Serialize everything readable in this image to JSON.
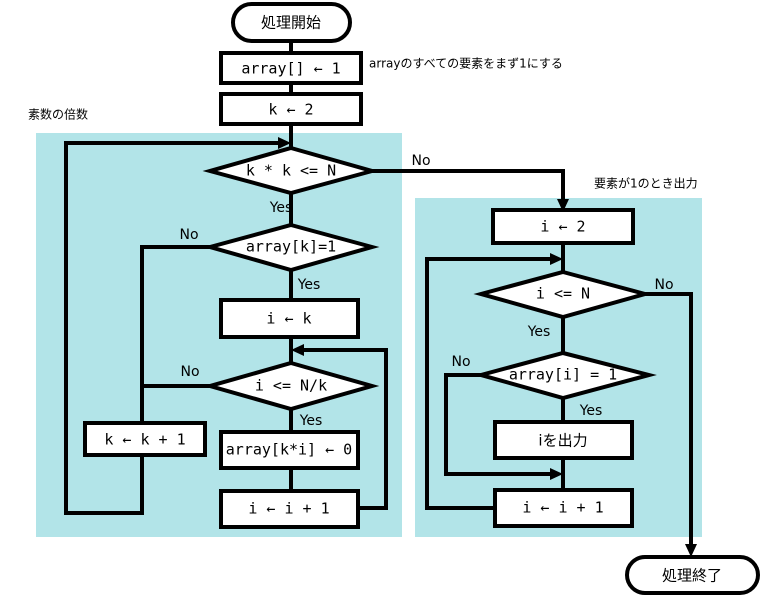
{
  "diagram": {
    "title_note_top": "arrayのすべての要素をまず1にする",
    "note_left_region": "素数の倍数",
    "note_right_region": "要素が1のとき出力",
    "colors": {
      "region_background": "#b2e4e8",
      "shape_fill": "#ffffff",
      "line": "#000000",
      "page_background": "#ffffff"
    }
  },
  "nodes": {
    "start": {
      "label": "処理開始",
      "type": "terminal"
    },
    "init_array": {
      "label": "array[] ← 1",
      "type": "process"
    },
    "init_k": {
      "label": "k ← 2",
      "type": "process"
    },
    "cond_kk_le_n": {
      "label": "k * k <= N",
      "type": "decision"
    },
    "cond_array_k_eq_1": {
      "label": "array[k]=1",
      "type": "decision"
    },
    "set_i_k": {
      "label": "i ← k",
      "type": "process"
    },
    "cond_i_le_n_div_k": {
      "label": "i <= N/k",
      "type": "decision"
    },
    "set_array_ki_0": {
      "label": "array[k*i] ← 0",
      "type": "process"
    },
    "inc_i_left": {
      "label": "i ← i + 1",
      "type": "process"
    },
    "inc_k": {
      "label": "k ← k + 1",
      "type": "process"
    },
    "set_i_2": {
      "label": "i ← 2",
      "type": "process"
    },
    "cond_i_le_n": {
      "label": "i <= N",
      "type": "decision"
    },
    "cond_array_i_eq_1": {
      "label": "array[i] = 1",
      "type": "decision"
    },
    "output_i": {
      "label": "iを出力",
      "type": "process"
    },
    "inc_i_right": {
      "label": "i ← i + 1",
      "type": "process"
    },
    "end": {
      "label": "処理終了",
      "type": "terminal"
    }
  },
  "edge_labels": {
    "kk_yes": "Yes",
    "kk_no": "No",
    "array_k_no": "No",
    "array_k_yes": "Yes",
    "i_le_nk_no": "No",
    "i_le_nk_yes": "Yes",
    "i_le_n_no": "No",
    "i_le_n_yes": "Yes",
    "array_i_no": "No",
    "array_i_yes": "Yes"
  }
}
